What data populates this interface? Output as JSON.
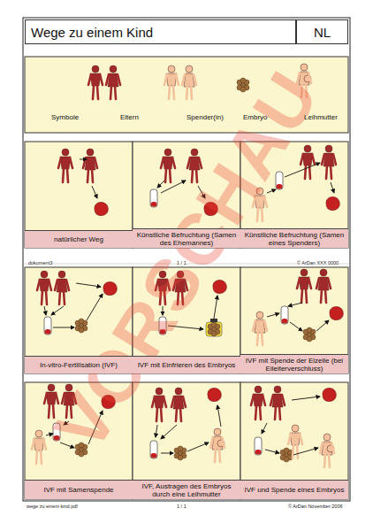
{
  "diagram": {
    "title": "Wege zu einem Kind",
    "nodes": [
      {
        "text": [
          "Wege zu einem Kind"
        ]
      },
      {
        "text": [
          "NL"
        ]
      },
      {
        "text": [
          "Symbole",
          "Eltern",
          "Spender(in)",
          "Embryo",
          "Leihmutter"
        ]
      },
      {
        "text": [
          "natürlicher Weg"
        ]
      },
      {
        "text": [
          "Künstliche Befruchtung (Samen des Ehemannes)"
        ]
      },
      {
        "text": [
          "Künstliche Befruchtung (Samen eines Spenders)"
        ]
      },
      {
        "text": [
          "In-vitro-Fertilisation (IVF)"
        ]
      },
      {
        "text": [
          "IVF mit Einfrieren des Embryos"
        ]
      },
      {
        "text": [
          "IVF mit Spende der Eizelle (bei Eileiterverschluss)"
        ]
      },
      {
        "text": [
          "IVF mit Samenspende"
        ]
      },
      {
        "text": [
          "IVF, Austragen des Embryos durch eine Leihmutter"
        ]
      },
      {
        "text": [
          "IVF und Spende eines Embryos"
        ]
      }
    ],
    "labels": [
      "dokument3",
      "1 / 1",
      "© ArDan XXX 0000",
      "wege zu einem kind.pdf",
      "1 / 1",
      "© ArDan November 2006",
      "VORSCHAU"
    ]
  }
}
